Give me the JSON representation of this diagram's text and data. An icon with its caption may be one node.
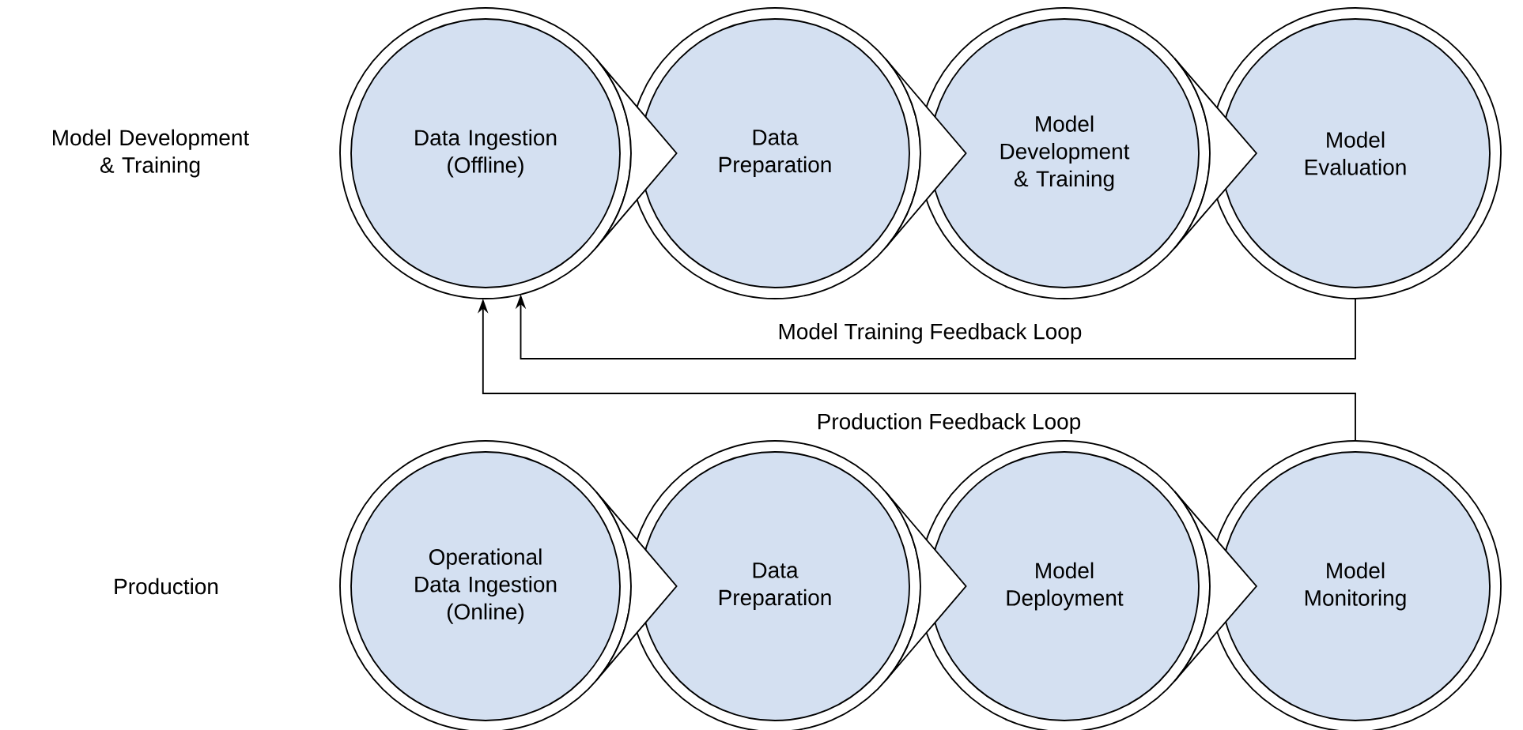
{
  "diagram": {
    "nodes": [
      {
        "text": [
          "Data Ingestion (Offline)"
        ]
      },
      {
        "text": [
          "Data Preparation"
        ]
      },
      {
        "text": [
          "Model Development & Training"
        ]
      },
      {
        "text": [
          "Model Evaluation"
        ]
      },
      {
        "text": [
          "Operational Data Ingestion (Online)"
        ]
      },
      {
        "text": [
          "Data Preparation"
        ]
      },
      {
        "text": [
          "Model Deployment"
        ]
      },
      {
        "text": [
          "Model Monitoring"
        ]
      }
    ],
    "edges": [
      {
        "from": 0,
        "to": 1,
        "arrow": "to"
      },
      {
        "from": 1,
        "to": 2,
        "arrow": "to"
      },
      {
        "from": 2,
        "to": 3,
        "arrow": "to"
      },
      {
        "from": 4,
        "to": 5,
        "arrow": "to"
      },
      {
        "from": 5,
        "to": 6,
        "arrow": "to"
      },
      {
        "from": 6,
        "to": 7,
        "arrow": "to"
      },
      {
        "from": 3,
        "to": 0,
        "arrow": "to",
        "label": "Model Training Feedback Loop"
      },
      {
        "from": 7,
        "to": 0,
        "arrow": "to",
        "label": "Production Feedback Loop"
      }
    ],
    "labels": [
      "Model Development & Training",
      "Production"
    ]
  }
}
